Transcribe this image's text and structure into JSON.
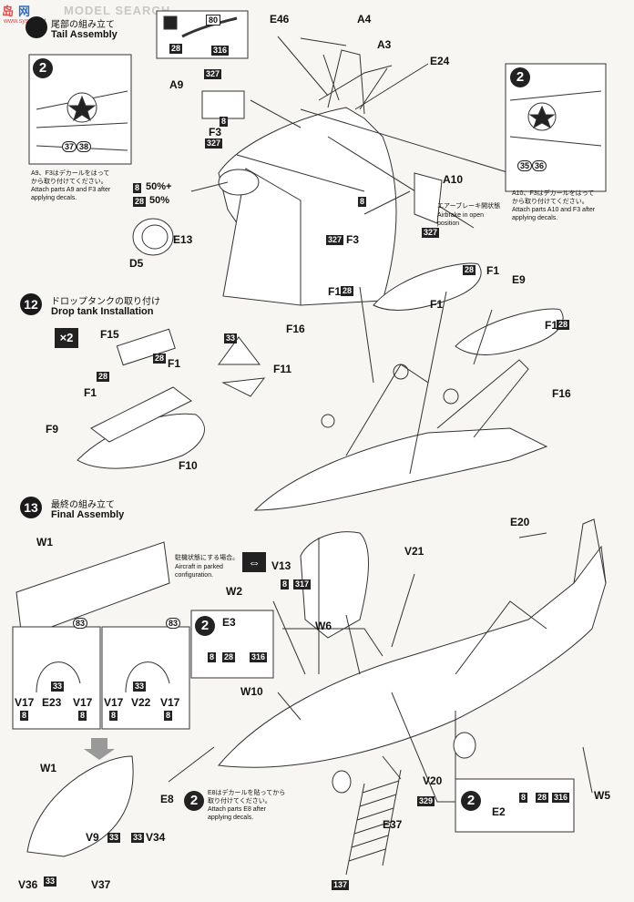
{
  "watermark": {
    "site": "MODEL SEARCH",
    "cn": "岛",
    "cn2": "网",
    "url": "www.sysao.net"
  },
  "tail_section": {
    "title_jp": "尾部の組み立て",
    "title_en": "Tail Assembly",
    "parts": {
      "e46": "E46",
      "a4": "A4",
      "a3": "A3",
      "e24": "E24",
      "a9": "A9",
      "f3a": "F3",
      "f3b": "F3",
      "a10": "A10",
      "e13": "E13",
      "d5": "D5"
    },
    "codes": {
      "c80": "80",
      "c28a": "28",
      "c316": "316",
      "c327a": "327",
      "c8a": "8",
      "c327b": "327",
      "c8b": "8",
      "c327c": "327",
      "c327d": "327",
      "c8c": "8",
      "c28b": "28"
    },
    "mix": {
      "line1": "50%+",
      "line2": "50%"
    },
    "decals_left": {
      "d37": "37",
      "d38": "38"
    },
    "decals_right": {
      "d35": "35",
      "d36": "36"
    },
    "note_left": "A9、F3はデカールをはって\nから取り付けてください。\nAttach parts A9 and F3 after\napplying decals.",
    "note_right": "A10、F3はデカールをはって\nから取り付けてください。\nAttach parts A10 and F3 after\napplying decals.",
    "airbrake_jp": "エアーブレーキ開状態",
    "airbrake_en": "Airbrake in open\nposition"
  },
  "drop_tank_section": {
    "num": "12",
    "title_jp": "ドロップタンクの取り付け",
    "title_en": "Drop tank Installation",
    "multiplier": "×2",
    "parts": {
      "f15": "F15",
      "f1a": "F1",
      "f1b": "F1",
      "f9": "F9",
      "f10": "F10",
      "f11": "F11",
      "f1c": "F1",
      "f1d": "F1",
      "f1e": "F1",
      "f1f": "F1",
      "e9": "E9",
      "f16a": "F16",
      "f16b": "F16"
    },
    "codes": {
      "c28a": "28",
      "c28b": "28",
      "c33": "33",
      "c28c": "28",
      "c28d": "28",
      "c28e": "28"
    }
  },
  "final_section": {
    "num": "13",
    "title_jp": "最終の組み立て",
    "title_en": "Final Assembly",
    "parked_jp": "駐機状態にする場合。",
    "parked_en": "Aircraft in parked\nconfiguration.",
    "parts": {
      "w1a": "W1",
      "w1b": "W1",
      "v13": "V13",
      "w2": "W2",
      "w6": "W6",
      "v21": "V21",
      "e20": "E20",
      "e3": "E3",
      "w10": "W10",
      "v17a": "V17",
      "e23": "E23",
      "v17b": "V17",
      "v17c": "V17",
      "v22": "V22",
      "v17d": "V17",
      "e8": "E8",
      "v9": "V9",
      "v34": "V34",
      "v36": "V36",
      "v37": "V37",
      "v20": "V20",
      "e37": "E37",
      "e2": "E2",
      "w5": "W5"
    },
    "codes": {
      "c83a": "83",
      "c83b": "83",
      "c8a": "8",
      "c317": "317",
      "c8b": "8",
      "c28a": "28",
      "c316a": "316",
      "c8c": "8",
      "c8d": "8",
      "c8e": "8",
      "c8f": "8",
      "c33a": "33",
      "c33b": "33",
      "c33c": "33",
      "c33d": "33",
      "c33e": "33",
      "c329": "329",
      "c137": "137",
      "c8g": "8",
      "c28b": "28",
      "c316b": "316"
    },
    "note_e8": "E8はデカールを貼ってから\n取り付けてください。\nAttach parts E8 after\napplying decals."
  },
  "two_badge": "2"
}
